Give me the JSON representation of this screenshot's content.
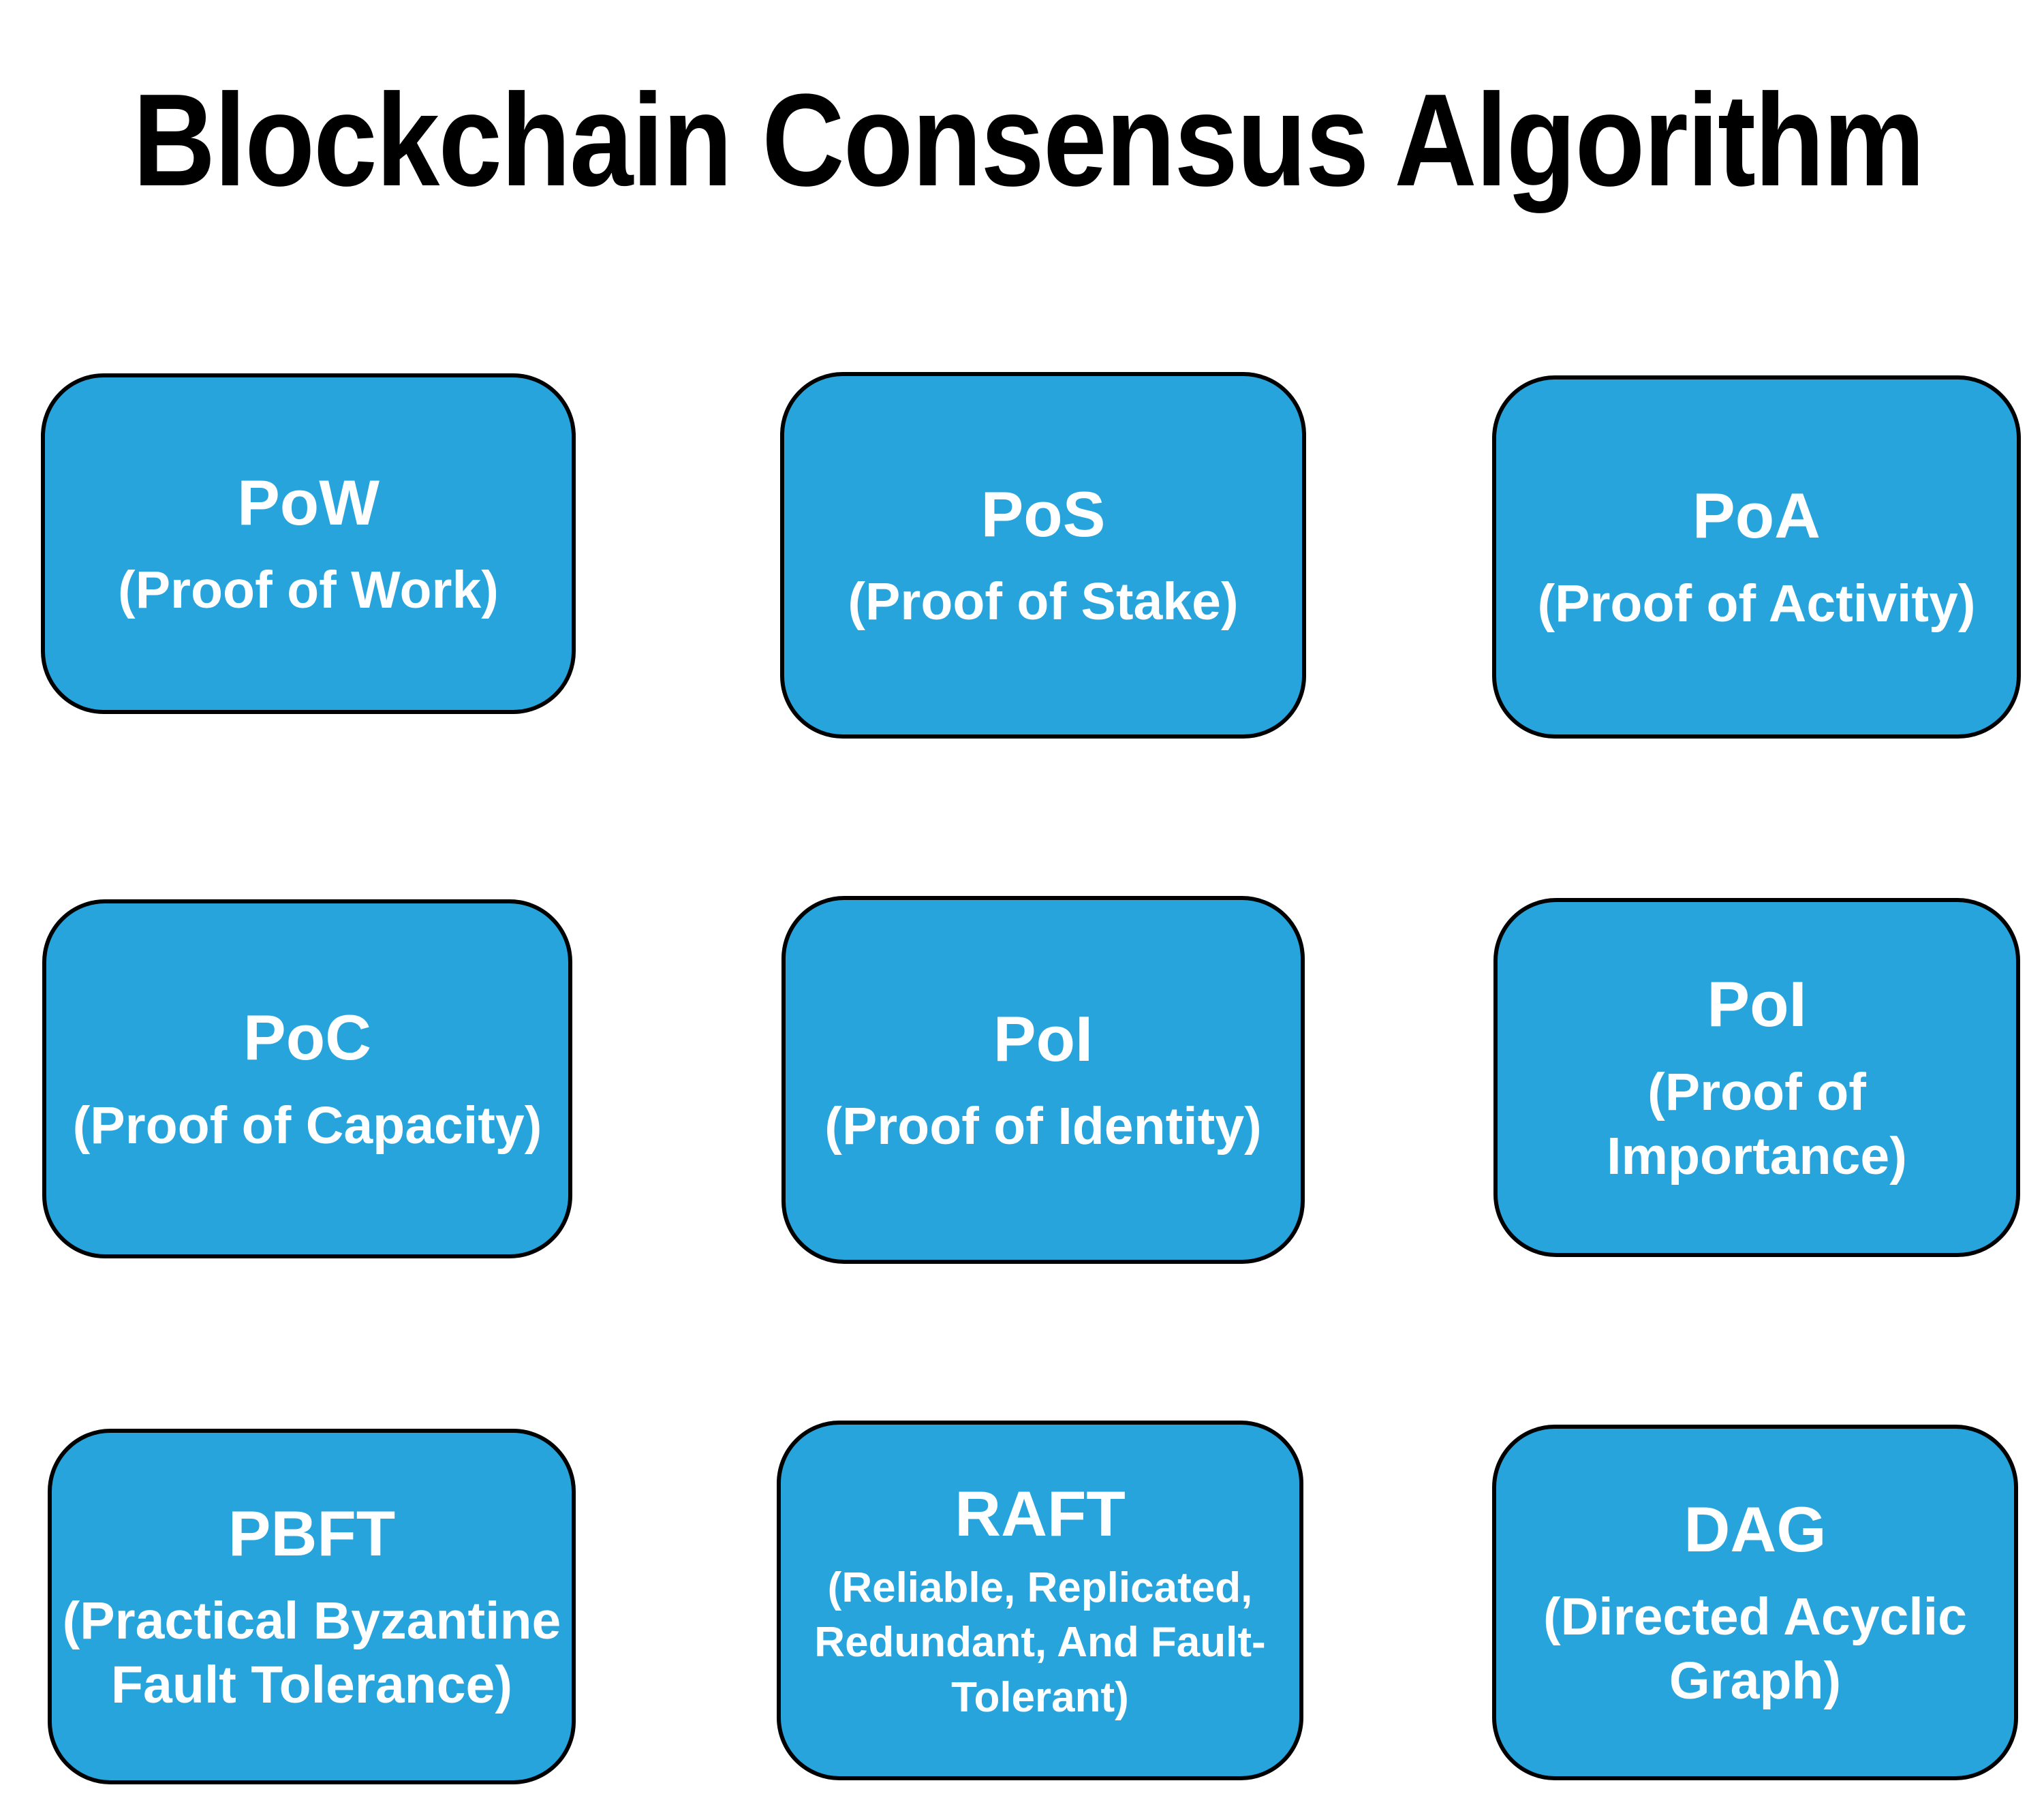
{
  "title": "Blockchain Consensus Algorithm",
  "colors": {
    "background": "#FFFFFF",
    "title_text": "#000000",
    "box_fill": "#28A4DC",
    "box_border": "#000000",
    "box_text": "#FFFFFF"
  },
  "boxes": [
    {
      "acronym": "PoW",
      "subtitle_lines": [
        "(Proof of Work)"
      ]
    },
    {
      "acronym": "PoS",
      "subtitle_lines": [
        "(Proof of Stake)"
      ]
    },
    {
      "acronym": "PoA",
      "subtitle_lines": [
        "(Proof of Activity)"
      ]
    },
    {
      "acronym": "PoC",
      "subtitle_lines": [
        "(Proof of Capacity)"
      ]
    },
    {
      "acronym": "PoI",
      "subtitle_lines": [
        "(Proof of Identity)"
      ]
    },
    {
      "acronym": "PoI",
      "subtitle_lines": [
        "(Proof of",
        "Importance)"
      ]
    },
    {
      "acronym": "PBFT",
      "subtitle_lines": [
        "(Practical Byzantine",
        "Fault Tolerance)"
      ]
    },
    {
      "acronym": "RAFT",
      "subtitle_lines": [
        "(Reliable, Replicated,",
        "Redundant, And Fault-",
        "Tolerant)"
      ]
    },
    {
      "acronym": "DAG",
      "subtitle_lines": [
        "(Directed Acyclic",
        "Graph)"
      ]
    }
  ]
}
